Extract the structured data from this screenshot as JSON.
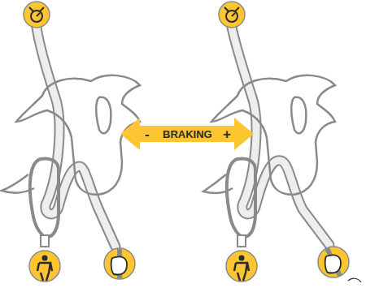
{
  "diagram": {
    "labels": [
      "-",
      "BRAKING",
      "+"
    ]
  }
}
